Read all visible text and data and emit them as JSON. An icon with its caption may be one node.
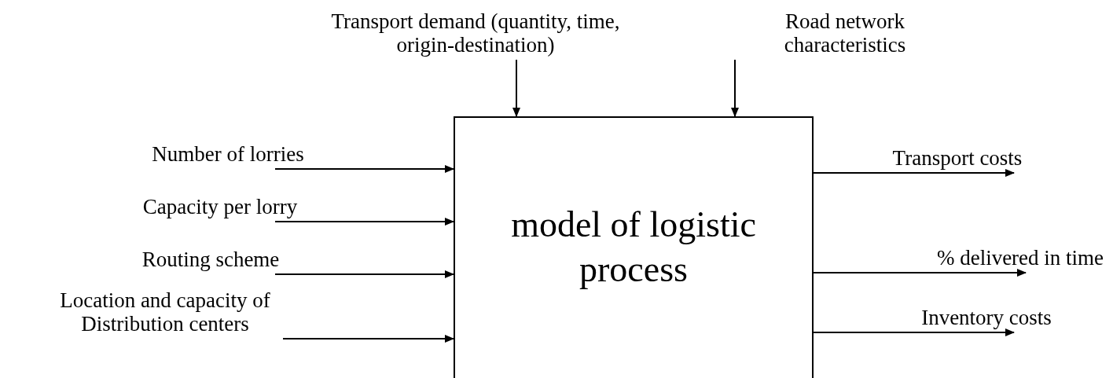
{
  "diagram": {
    "nodes": [
      {
        "text": [
          "model of logistic process"
        ]
      },
      {
        "text": [
          "Transport demand (quantity, time, origin-destination)"
        ]
      },
      {
        "text": [
          "Road network characteristics"
        ]
      },
      {
        "text": [
          "Number of lorries"
        ]
      },
      {
        "text": [
          "Capacity per lorry"
        ]
      },
      {
        "text": [
          "Routing scheme"
        ]
      },
      {
        "text": [
          "Location and capacity of Distribution centers"
        ]
      },
      {
        "text": [
          "Transport costs"
        ]
      },
      {
        "text": [
          "% delivered in time"
        ]
      },
      {
        "text": [
          "Inventory costs"
        ]
      }
    ],
    "edges": [
      {
        "from": 1,
        "to": 0,
        "arrow": "to"
      },
      {
        "from": 2,
        "to": 0,
        "arrow": "to"
      },
      {
        "from": 3,
        "to": 0,
        "arrow": "to"
      },
      {
        "from": 4,
        "to": 0,
        "arrow": "to"
      },
      {
        "from": 5,
        "to": 0,
        "arrow": "to"
      },
      {
        "from": 6,
        "to": 0,
        "arrow": "to"
      },
      {
        "from": 0,
        "to": 7,
        "arrow": "to"
      },
      {
        "from": 0,
        "to": 8,
        "arrow": "to"
      },
      {
        "from": 0,
        "to": 9,
        "arrow": "to"
      }
    ]
  }
}
